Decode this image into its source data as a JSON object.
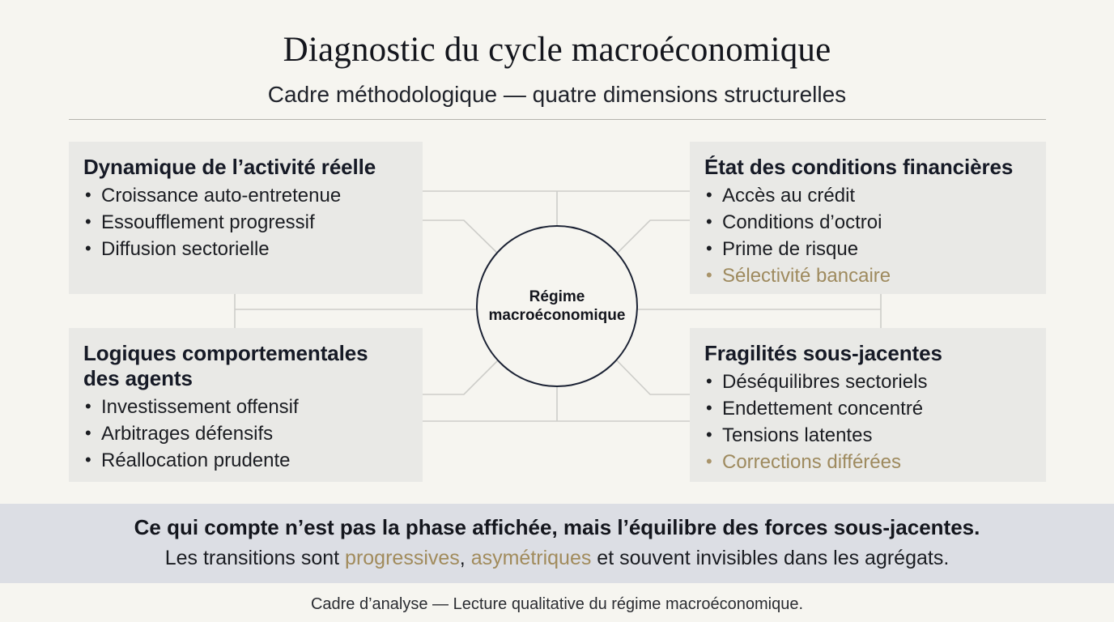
{
  "header": {
    "title": "Diagnostic du cycle macroéconomique",
    "subtitle": "Cadre méthodologique — quatre dimensions structurelles"
  },
  "hub": {
    "line1": "Régime",
    "line2": "macroéconomique"
  },
  "quadrants": [
    {
      "id": "top-left",
      "title": "Dynamique de l’activité réelle",
      "items": [
        {
          "text": "Croissance auto-entretenue",
          "accent": false
        },
        {
          "text": "Essoufflement progressif",
          "accent": false
        },
        {
          "text": "Diffusion sectorielle",
          "accent": false
        }
      ]
    },
    {
      "id": "top-right",
      "title": "État des conditions financières",
      "items": [
        {
          "text": "Accès au crédit",
          "accent": false
        },
        {
          "text": "Conditions d’octroi",
          "accent": false
        },
        {
          "text": "Prime de risque",
          "accent": false
        },
        {
          "text": "Sélectivité bancaire",
          "accent": true
        }
      ]
    },
    {
      "id": "bottom-left",
      "title": "Logiques comportementales des agents",
      "items": [
        {
          "text": "Investissement offensif",
          "accent": false
        },
        {
          "text": "Arbitrages défensifs",
          "accent": false
        },
        {
          "text": "Réallocation prudente",
          "accent": false
        }
      ]
    },
    {
      "id": "bottom-right",
      "title": "Fragilités sous-jacentes",
      "items": [
        {
          "text": "Déséquilibres sectoriels",
          "accent": false
        },
        {
          "text": "Endettement concentré",
          "accent": false
        },
        {
          "text": "Tensions latentes",
          "accent": false
        },
        {
          "text": "Corrections différées",
          "accent": true
        }
      ]
    }
  ],
  "banner": {
    "line1": "Ce qui compte n’est pas la phase affichée, mais l’équilibre des forces sous-jacentes.",
    "line2_prefix": "Les transitions sont ",
    "line2_gold_1": "progressives",
    "line2_sep": ", ",
    "line2_gold_2": "asymétriques",
    "line2_suffix": " et souvent invisibles dans les agrégats."
  },
  "footer": {
    "caption": "Cadre d’analyse — Lecture qualitative du régime macroéconomique."
  },
  "colors": {
    "background": "#F6F5F0",
    "box_fill": "#E9E9E6",
    "accent_gold": "#9E8A5E",
    "hub_stroke": "#1b2234",
    "banner_fill": "#DCDEE4",
    "connector": "#cdcdc9"
  }
}
